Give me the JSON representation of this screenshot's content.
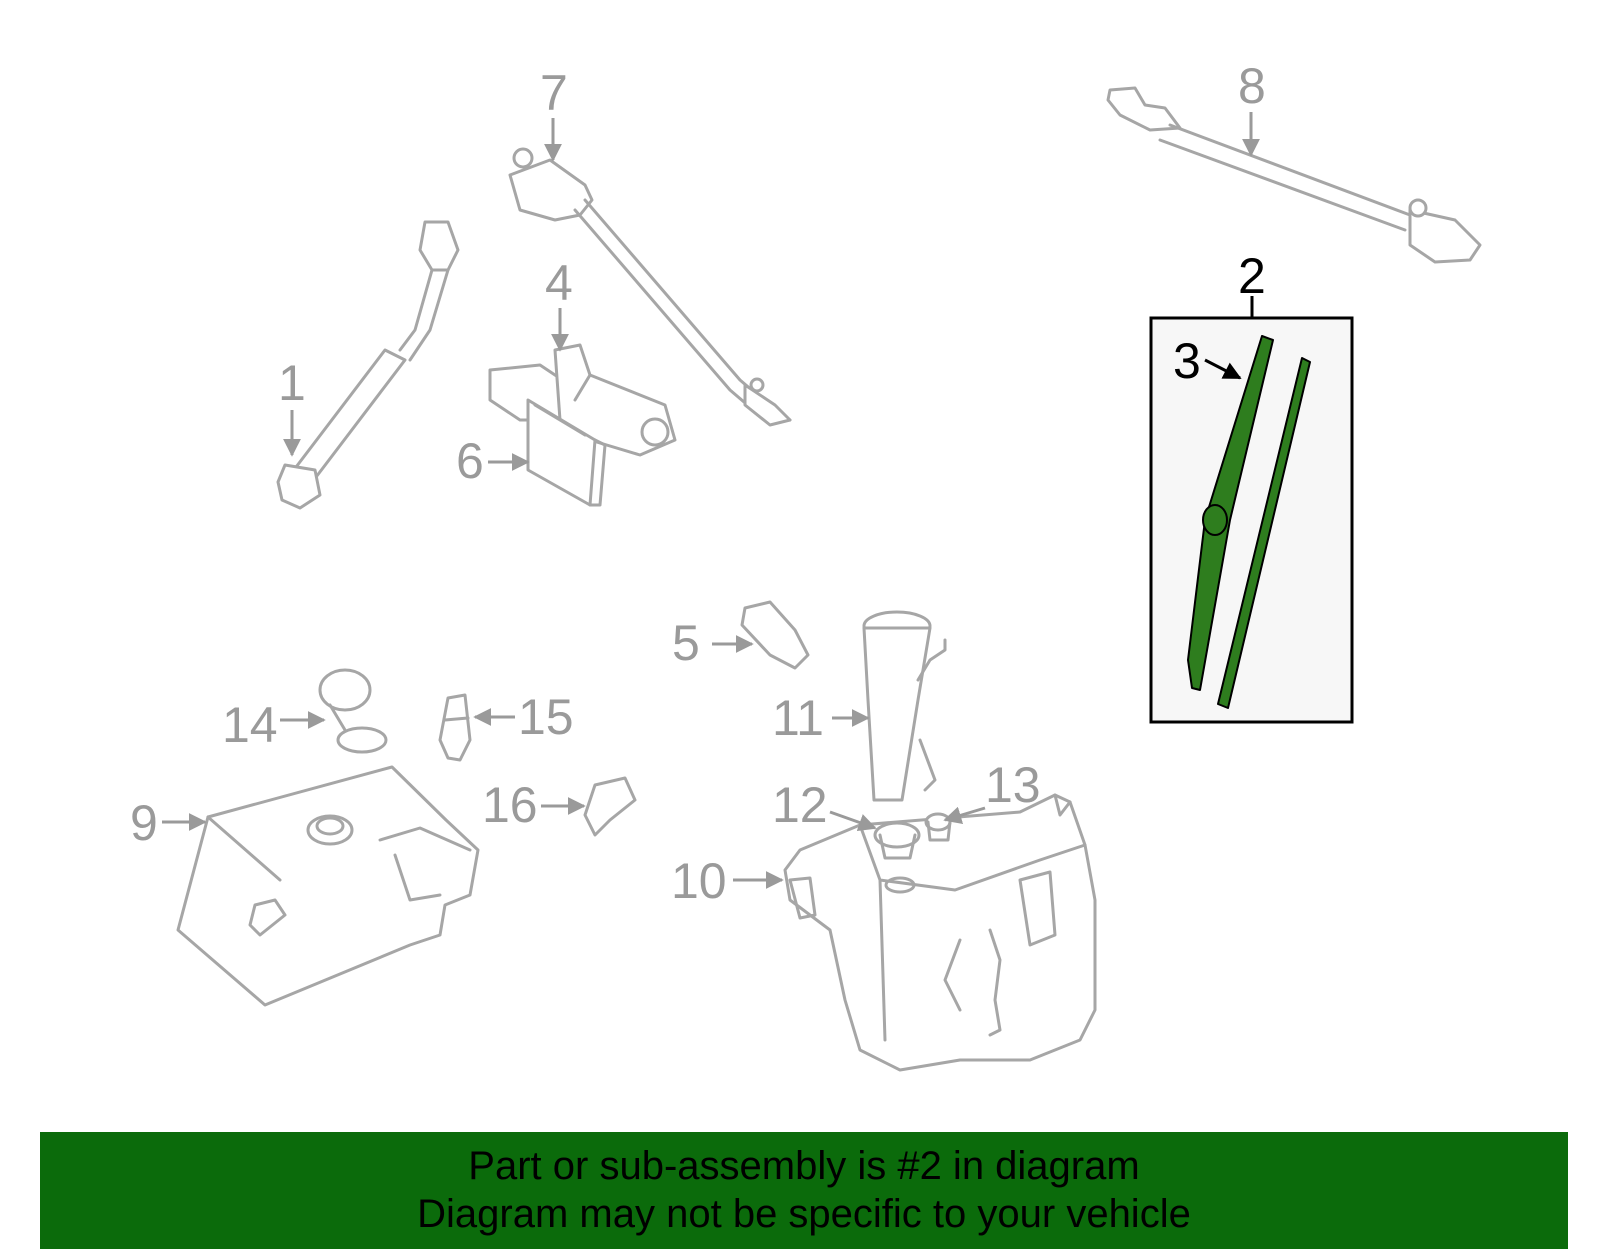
{
  "diagram": {
    "labels": {
      "p1": "1",
      "p2": "2",
      "p3": "3",
      "p4": "4",
      "p5": "5",
      "p6": "6",
      "p7": "7",
      "p8": "8",
      "p9": "9",
      "p10": "10",
      "p11": "11",
      "p12": "12",
      "p13": "13",
      "p14": "14",
      "p15": "15",
      "p16": "16"
    },
    "highlight_color": "#2e7d1e",
    "part_color": "#a6a6a6"
  },
  "banner": {
    "line1": "Part or sub-assembly is #2 in diagram",
    "line2": "Diagram may not be specific to your vehicle",
    "color": "#0b6b0b"
  }
}
